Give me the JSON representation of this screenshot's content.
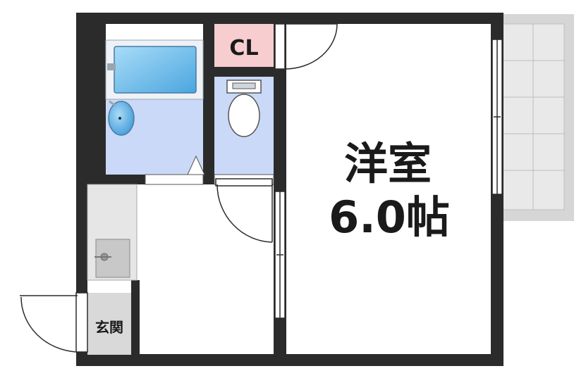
{
  "rooms": {
    "western_room": {
      "name": "洋室",
      "size": "6.0帖"
    },
    "closet": {
      "label": "CL"
    },
    "entrance": {
      "label": "玄関"
    }
  },
  "colors": {
    "wall": "#2b2b2b",
    "wet_area": "#c9d9f7",
    "bathtub": "#7fc1ee",
    "closet": "#f7cdd0",
    "balcony": "#d6d6d6",
    "entrance": "#d9d9d9",
    "kitchen": "#e6e6e6"
  }
}
